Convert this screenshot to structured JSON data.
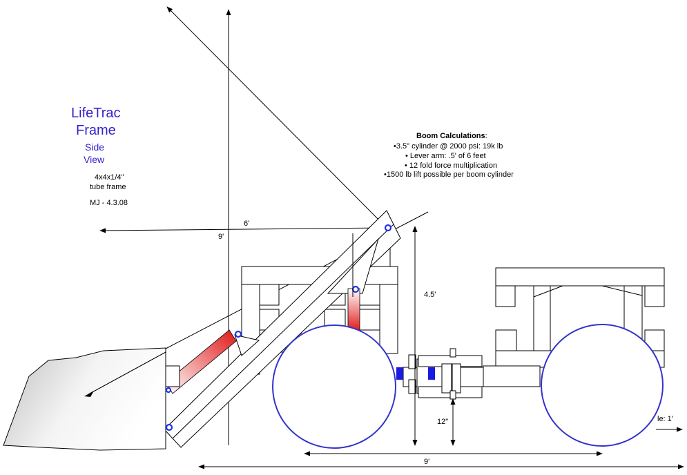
{
  "title": {
    "line1": "LifeTrac",
    "line2": "Frame",
    "sub1": "Side",
    "sub2": "View"
  },
  "notes": {
    "spec1": "4x4x1/4\"",
    "spec2": "tube frame",
    "author": "MJ - 4.3.08"
  },
  "calculations": {
    "heading": "Boom Calculations",
    "heading_suffix": ":",
    "lines": [
      "•3.5\" cylinder @ 2000 psi:  19k lb",
      "• Lever arm: .5' of 6 feet",
      "• 12 fold force multiplication",
      "•1500 lb lift possible per boom cylinder"
    ]
  },
  "dimensions": {
    "six_ft": "6'",
    "nine_ft_top": "9'",
    "four_five_ft": "4.5'",
    "twelve_in": "12\"",
    "nine_ft_bottom": "9'",
    "scale": "le: 1'"
  },
  "colors": {
    "title": "#3322cc",
    "wheel": "#3333cc",
    "pivot": "#2233ee",
    "cylinder": "#e02020",
    "block": "#1a1ae0"
  }
}
